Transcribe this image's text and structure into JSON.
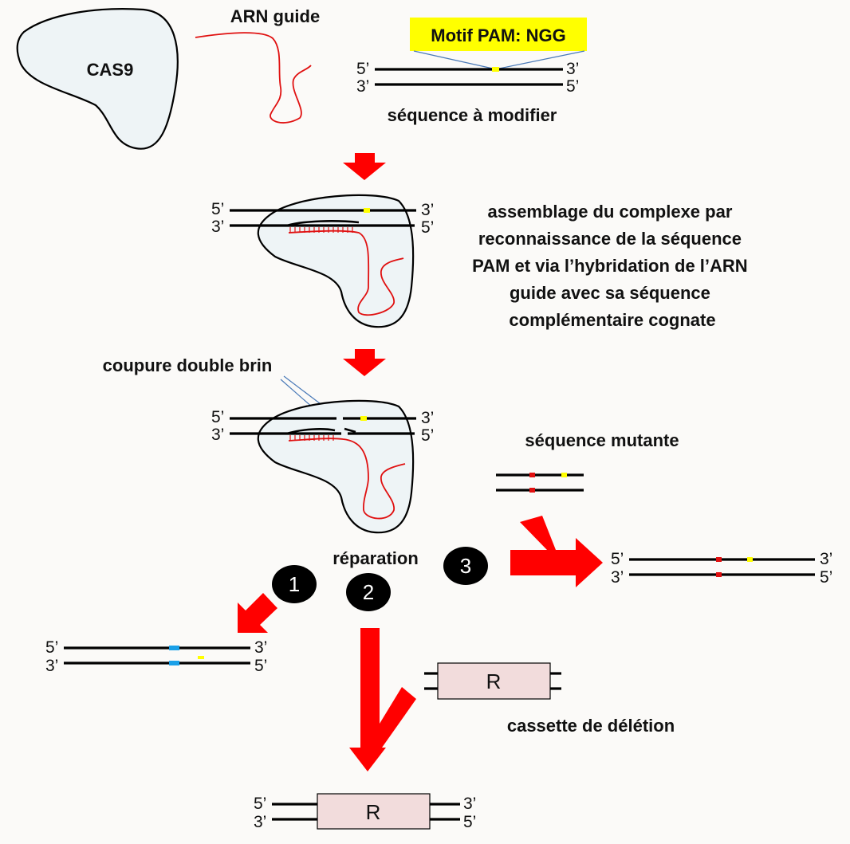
{
  "labels": {
    "cas9": "CAS9",
    "guide_rna": "ARN guide",
    "pam_motif": "Motif PAM: NGG",
    "target_sequence": "séquence à modifier",
    "assembly_lines": [
      "assemblage du complexe par",
      "reconnaissance de la séquence",
      "PAM et via l’hybridation de l’ARN",
      "guide avec sa séquence",
      "complémentaire cognate"
    ],
    "double_strand_break": "coupure double brin",
    "mutant_sequence": "séquence mutante",
    "repair": "réparation",
    "deletion_cassette": "cassette de délétion",
    "cassette_letter": "R"
  },
  "strand_ends": {
    "five": "5’",
    "three": "3’"
  },
  "repair_pathways": [
    "1",
    "2",
    "3"
  ],
  "colors": {
    "arrow": "#ff0000",
    "pam": "#ffff00",
    "rna": "#e01010",
    "mutation": "#e01010",
    "indel": "#1aa0e8",
    "protein": "#eef4f6",
    "cassette": "#f2dcdc",
    "badge": "#000000"
  }
}
